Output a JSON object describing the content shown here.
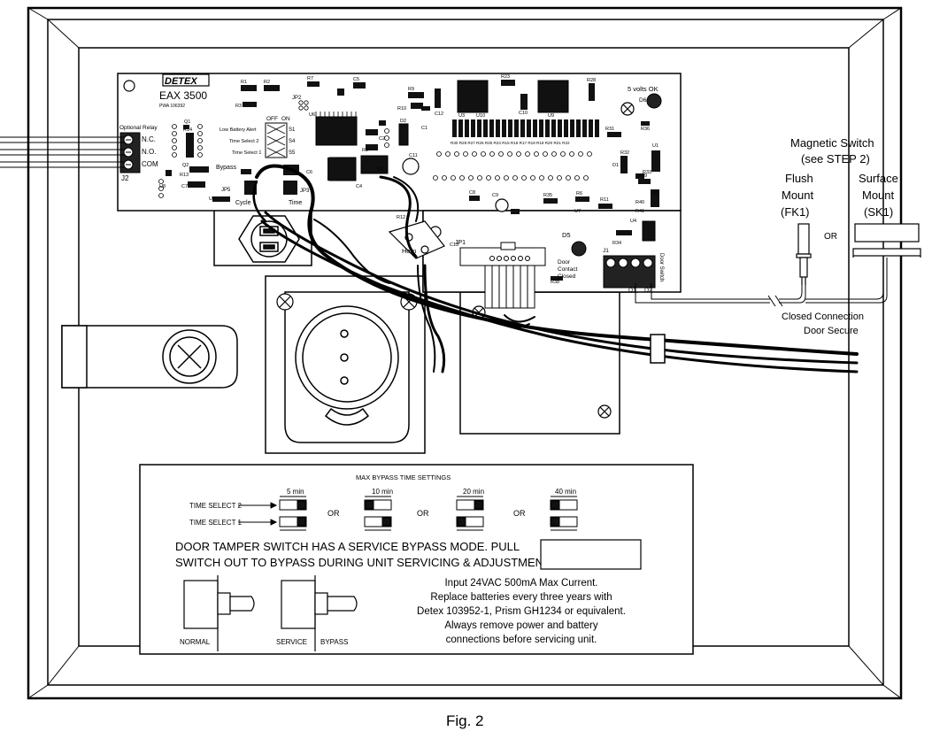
{
  "caption": "Fig. 2",
  "board": {
    "brand": "DETEX",
    "model": "EAX 3500",
    "pwa": "PWA 106392",
    "optional_relay": "Optional Relay",
    "relay_terms": [
      "N.C.",
      "N.O.",
      "COM"
    ],
    "j2": "J2",
    "jp2": "JP2",
    "off": "OFF",
    "on": "ON",
    "switch_rows": [
      {
        "label": "Low Battery Alert",
        "id": "S1"
      },
      {
        "label": "Time Select 2",
        "id": "S4"
      },
      {
        "label": "Time Select 1",
        "id": "S5"
      }
    ],
    "bypass": "Bypass",
    "cycle": "Cycle",
    "time": "Time",
    "jp3": "JP3",
    "jp5": "JP5",
    "five_volts": "5 volts OK",
    "d6": "D6",
    "d5": "D5",
    "door_contact": [
      "Door",
      "Contact",
      "Closed"
    ],
    "j1": "J1",
    "jp1": "JP1",
    "horn": "Horn",
    "door_switch": "Door Switch",
    "d1d2": [
      "D1",
      "D2"
    ],
    "resistor_row": "R30 R29 R27 R26 R25 R24 R15 R16 R17 R18 R19 R20 R21 R22",
    "parts": [
      "R1",
      "R2",
      "R3",
      "R7",
      "R8",
      "R9",
      "R10",
      "R11",
      "R12",
      "R13",
      "R14",
      "R23",
      "R28",
      "R31",
      "R32",
      "R33",
      "R34",
      "R35",
      "R36",
      "R37",
      "R38",
      "R39",
      "R40",
      "R41",
      "R6",
      "C1",
      "C2",
      "C3",
      "C4",
      "C5",
      "C6",
      "C7",
      "C8",
      "C9",
      "C10",
      "C11",
      "C12",
      "C13",
      "Q1",
      "Q2",
      "U1",
      "U2",
      "U3",
      "U4",
      "U5",
      "U6",
      "U7",
      "U8",
      "U9",
      "U10",
      "D1",
      "D2"
    ]
  },
  "magnetic_switch": {
    "title_line1": "Magnetic Switch",
    "title_line2": "(see STEP 2)",
    "flush": [
      "Flush",
      "Mount",
      "(FK1)"
    ],
    "surface": [
      "Surface",
      "Mount",
      "(SK1)"
    ],
    "or": "OR",
    "closed_line1": "Closed Connection",
    "closed_line2": "Door Secure"
  },
  "label_panel": {
    "title": "MAX BYPASS TIME SETTINGS",
    "times": [
      "5 min",
      "10 min",
      "20 min",
      "40 min"
    ],
    "row_labels": [
      "TIME SELECT 2",
      "TIME SELECT 1"
    ],
    "or": "OR",
    "tamper_line1": "DOOR TAMPER SWITCH HAS A SERVICE BYPASS MODE. PULL",
    "tamper_line2": "SWITCH OUT TO BYPASS DURING UNIT SERVICING & ADJUSTMENT",
    "normal": "NORMAL",
    "service": "SERVICE",
    "bypass": "BYPASS",
    "info": [
      "Input 24VAC 500mA Max Current.",
      "Replace batteries every three years with",
      "Detex 103952-1, Prism GH1234 or equivalent.",
      "Always remove power and battery",
      "connections before servicing unit."
    ]
  }
}
